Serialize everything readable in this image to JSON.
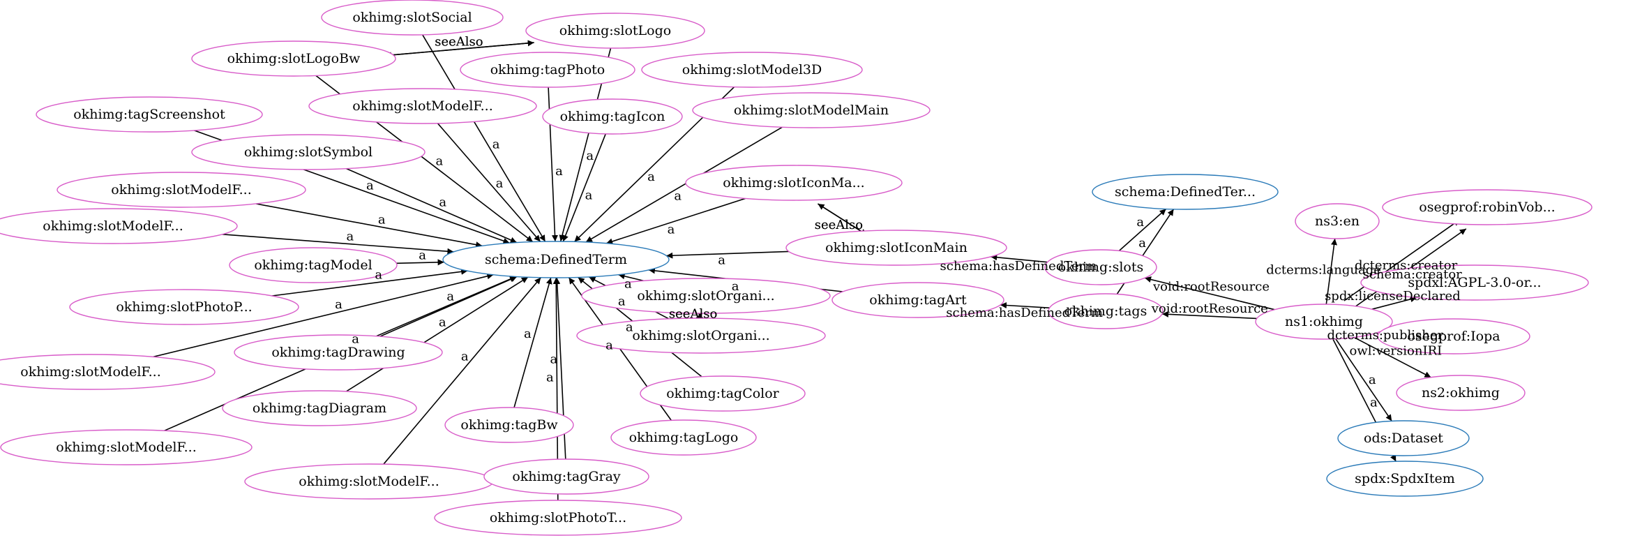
{
  "colors": {
    "instance_node": "#d85cc9",
    "class_node": "#2a7ab8",
    "edge": "#000000",
    "background": "#ffffff"
  },
  "nodes": [
    {
      "id": "DefinedTerm",
      "label": "schema:DefinedTerm",
      "kind": "class"
    },
    {
      "id": "slotSocial",
      "label": "okhimg:slotSocial",
      "kind": "instance"
    },
    {
      "id": "slotLogo",
      "label": "okhimg:slotLogo",
      "kind": "instance"
    },
    {
      "id": "slotLogoBw",
      "label": "okhimg:slotLogoBw",
      "kind": "instance"
    },
    {
      "id": "tagPhoto",
      "label": "okhimg:tagPhoto",
      "kind": "instance"
    },
    {
      "id": "slotModel3D",
      "label": "okhimg:slotModel3D",
      "kind": "instance"
    },
    {
      "id": "tagScreenshot",
      "label": "okhimg:tagScreenshot",
      "kind": "instance"
    },
    {
      "id": "slotModelF1",
      "label": "okhimg:slotModelF...",
      "kind": "instance"
    },
    {
      "id": "tagIcon",
      "label": "okhimg:tagIcon",
      "kind": "instance"
    },
    {
      "id": "slotModelMain",
      "label": "okhimg:slotModelMain",
      "kind": "instance"
    },
    {
      "id": "slotSymbol",
      "label": "okhimg:slotSymbol",
      "kind": "instance"
    },
    {
      "id": "slotIconMa",
      "label": "okhimg:slotIconMa...",
      "kind": "instance"
    },
    {
      "id": "slotModelF2",
      "label": "okhimg:slotModelF...",
      "kind": "instance"
    },
    {
      "id": "slotModelF3",
      "label": "okhimg:slotModelF...",
      "kind": "instance"
    },
    {
      "id": "slotIconMain",
      "label": "okhimg:slotIconMain",
      "kind": "instance"
    },
    {
      "id": "tagModel",
      "label": "okhimg:tagModel",
      "kind": "instance"
    },
    {
      "id": "slotPhotoP",
      "label": "okhimg:slotPhotoP...",
      "kind": "instance"
    },
    {
      "id": "slotOrgani1",
      "label": "okhimg:slotOrgani...",
      "kind": "instance"
    },
    {
      "id": "tagArt",
      "label": "okhimg:tagArt",
      "kind": "instance"
    },
    {
      "id": "slotOrgani2",
      "label": "okhimg:slotOrgani...",
      "kind": "instance"
    },
    {
      "id": "slotModelF4",
      "label": "okhimg:slotModelF...",
      "kind": "instance"
    },
    {
      "id": "tagDrawing",
      "label": "okhimg:tagDrawing",
      "kind": "instance"
    },
    {
      "id": "tagDiagram",
      "label": "okhimg:tagDiagram",
      "kind": "instance"
    },
    {
      "id": "tagColor",
      "label": "okhimg:tagColor",
      "kind": "instance"
    },
    {
      "id": "tagBw",
      "label": "okhimg:tagBw",
      "kind": "instance"
    },
    {
      "id": "tagLogo",
      "label": "okhimg:tagLogo",
      "kind": "instance"
    },
    {
      "id": "slotModelF5",
      "label": "okhimg:slotModelF...",
      "kind": "instance"
    },
    {
      "id": "slotModelF6",
      "label": "okhimg:slotModelF...",
      "kind": "instance"
    },
    {
      "id": "tagGray",
      "label": "okhimg:tagGray",
      "kind": "instance"
    },
    {
      "id": "slotPhotoT",
      "label": "okhimg:slotPhotoT...",
      "kind": "instance"
    },
    {
      "id": "DefinedTer2",
      "label": "schema:DefinedTer...",
      "kind": "class"
    },
    {
      "id": "slots",
      "label": "okhimg:slots",
      "kind": "instance"
    },
    {
      "id": "tags",
      "label": "okhimg:tags",
      "kind": "instance"
    },
    {
      "id": "ns3en",
      "label": "ns3:en",
      "kind": "instance"
    },
    {
      "id": "robinVob",
      "label": "osegprof:robinVob...",
      "kind": "instance"
    },
    {
      "id": "agpl",
      "label": "spdxl:AGPL-3.0-or...",
      "kind": "instance"
    },
    {
      "id": "okhimg",
      "label": "ns1:okhimg",
      "kind": "instance"
    },
    {
      "id": "iopa",
      "label": "osegprof:Iopa",
      "kind": "instance"
    },
    {
      "id": "ns2okhimg",
      "label": "ns2:okhimg",
      "kind": "instance"
    },
    {
      "id": "Dataset",
      "label": "ods:Dataset",
      "kind": "class"
    },
    {
      "id": "SpdxItem",
      "label": "spdx:SpdxItem",
      "kind": "class"
    }
  ],
  "edges": [
    {
      "from": "slotSocial",
      "to": "DefinedTerm",
      "label": "a"
    },
    {
      "from": "slotLogo",
      "to": "DefinedTerm",
      "label": "a"
    },
    {
      "from": "slotLogoBw",
      "to": "DefinedTerm",
      "label": "a"
    },
    {
      "from": "tagPhoto",
      "to": "DefinedTerm",
      "label": "a"
    },
    {
      "from": "slotModel3D",
      "to": "DefinedTerm",
      "label": "a"
    },
    {
      "from": "tagScreenshot",
      "to": "DefinedTerm",
      "label": "a"
    },
    {
      "from": "slotModelF1",
      "to": "DefinedTerm",
      "label": "a"
    },
    {
      "from": "tagIcon",
      "to": "DefinedTerm",
      "label": "a"
    },
    {
      "from": "slotModelMain",
      "to": "DefinedTerm",
      "label": "a"
    },
    {
      "from": "slotSymbol",
      "to": "DefinedTerm",
      "label": "a"
    },
    {
      "from": "slotIconMa",
      "to": "DefinedTerm",
      "label": "a"
    },
    {
      "from": "slotModelF2",
      "to": "DefinedTerm",
      "label": "a"
    },
    {
      "from": "slotModelF3",
      "to": "DefinedTerm",
      "label": "a"
    },
    {
      "from": "slotIconMain",
      "to": "DefinedTerm",
      "label": "a"
    },
    {
      "from": "tagModel",
      "to": "DefinedTerm",
      "label": "a"
    },
    {
      "from": "slotPhotoP",
      "to": "DefinedTerm",
      "label": "a"
    },
    {
      "from": "slotOrgani1",
      "to": "DefinedTerm",
      "label": "a"
    },
    {
      "from": "tagArt",
      "to": "DefinedTerm",
      "label": "a"
    },
    {
      "from": "slotOrgani2",
      "to": "DefinedTerm",
      "label": "a"
    },
    {
      "from": "slotModelF4",
      "to": "DefinedTerm",
      "label": "a"
    },
    {
      "from": "tagDrawing",
      "to": "DefinedTerm",
      "label": "a"
    },
    {
      "from": "tagDiagram",
      "to": "DefinedTerm",
      "label": "a"
    },
    {
      "from": "tagColor",
      "to": "DefinedTerm",
      "label": "a"
    },
    {
      "from": "tagBw",
      "to": "DefinedTerm",
      "label": "a"
    },
    {
      "from": "tagLogo",
      "to": "DefinedTerm",
      "label": "a"
    },
    {
      "from": "slotModelF5",
      "to": "DefinedTerm",
      "label": "a"
    },
    {
      "from": "slotModelF6",
      "to": "DefinedTerm",
      "label": "a"
    },
    {
      "from": "tagGray",
      "to": "DefinedTerm",
      "label": "a"
    },
    {
      "from": "slotPhotoT",
      "to": "DefinedTerm",
      "label": "a"
    },
    {
      "from": "slotLogoBw",
      "to": "slotLogo",
      "label": "seeAlso"
    },
    {
      "from": "slotLogo",
      "to": "slotLogoBw",
      "label": "seeAlso"
    },
    {
      "from": "slotIconMa",
      "to": "slotIconMain",
      "label": "seeAlso"
    },
    {
      "from": "slotIconMain",
      "to": "slotIconMa",
      "label": "seeAlso"
    },
    {
      "from": "slotOrgani1",
      "to": "slotOrgani2",
      "label": "seeAlso"
    },
    {
      "from": "slotOrgani2",
      "to": "slotOrgani1",
      "label": "seeAlso"
    },
    {
      "from": "slots",
      "to": "slotIconMain",
      "label": "schema:hasDefinedTerm"
    },
    {
      "from": "tags",
      "to": "tagArt",
      "label": "schema:hasDefinedTerm"
    },
    {
      "from": "slots",
      "to": "DefinedTer2",
      "label": "a"
    },
    {
      "from": "tags",
      "to": "DefinedTer2",
      "label": "a"
    },
    {
      "from": "okhimg",
      "to": "slots",
      "label": "void:rootResource"
    },
    {
      "from": "okhimg",
      "to": "tags",
      "label": "void:rootResource"
    },
    {
      "from": "okhimg",
      "to": "ns3en",
      "label": "dcterms:language"
    },
    {
      "from": "okhimg",
      "to": "robinVob",
      "label": "dcterms:creator"
    },
    {
      "from": "okhimg",
      "to": "robinVob",
      "label": "schema:creator"
    },
    {
      "from": "okhimg",
      "to": "agpl",
      "label": "spdx:licenseDeclared"
    },
    {
      "from": "okhimg",
      "to": "iopa",
      "label": "dcterms:publisher"
    },
    {
      "from": "okhimg",
      "to": "ns2okhimg",
      "label": "owl:versionIRI"
    },
    {
      "from": "okhimg",
      "to": "Dataset",
      "label": "a"
    },
    {
      "from": "okhimg",
      "to": "SpdxItem",
      "label": "a"
    }
  ]
}
